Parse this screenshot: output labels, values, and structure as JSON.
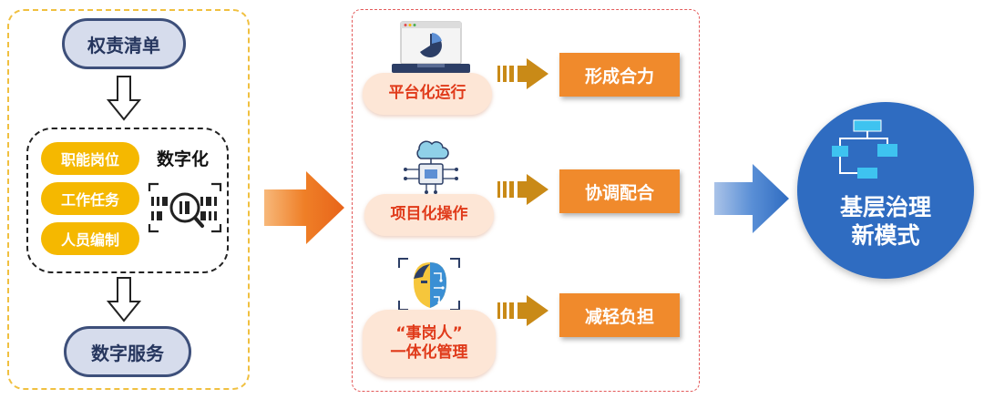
{
  "left": {
    "top_label": "权责清单",
    "digital_title": "数字化",
    "items": [
      "职能岗位",
      "工作任务",
      "人员编制"
    ],
    "bottom_label": "数字服务"
  },
  "middle": {
    "rows": [
      {
        "pill_line1": "平台化运行",
        "pill_line2": "",
        "result": "形成合力",
        "icon": "monitor-chart-icon"
      },
      {
        "pill_line1": "项目化操作",
        "pill_line2": "",
        "result": "协调配合",
        "icon": "cloud-chip-icon"
      },
      {
        "pill_line1": "“事岗人”",
        "pill_line2": "一体化管理",
        "result": "减轻负担",
        "icon": "ai-face-icon"
      }
    ]
  },
  "result": {
    "line1": "基层治理",
    "line2": "新模式",
    "icon": "flowchart-icon"
  },
  "colors": {
    "yellow_pill": "#f5b800",
    "navy": "#3d4f7a",
    "orange": "#f08a2c",
    "peach": "#fde6d6",
    "red_text": "#e03a1a",
    "blue_circle": "#2f6cc1"
  }
}
